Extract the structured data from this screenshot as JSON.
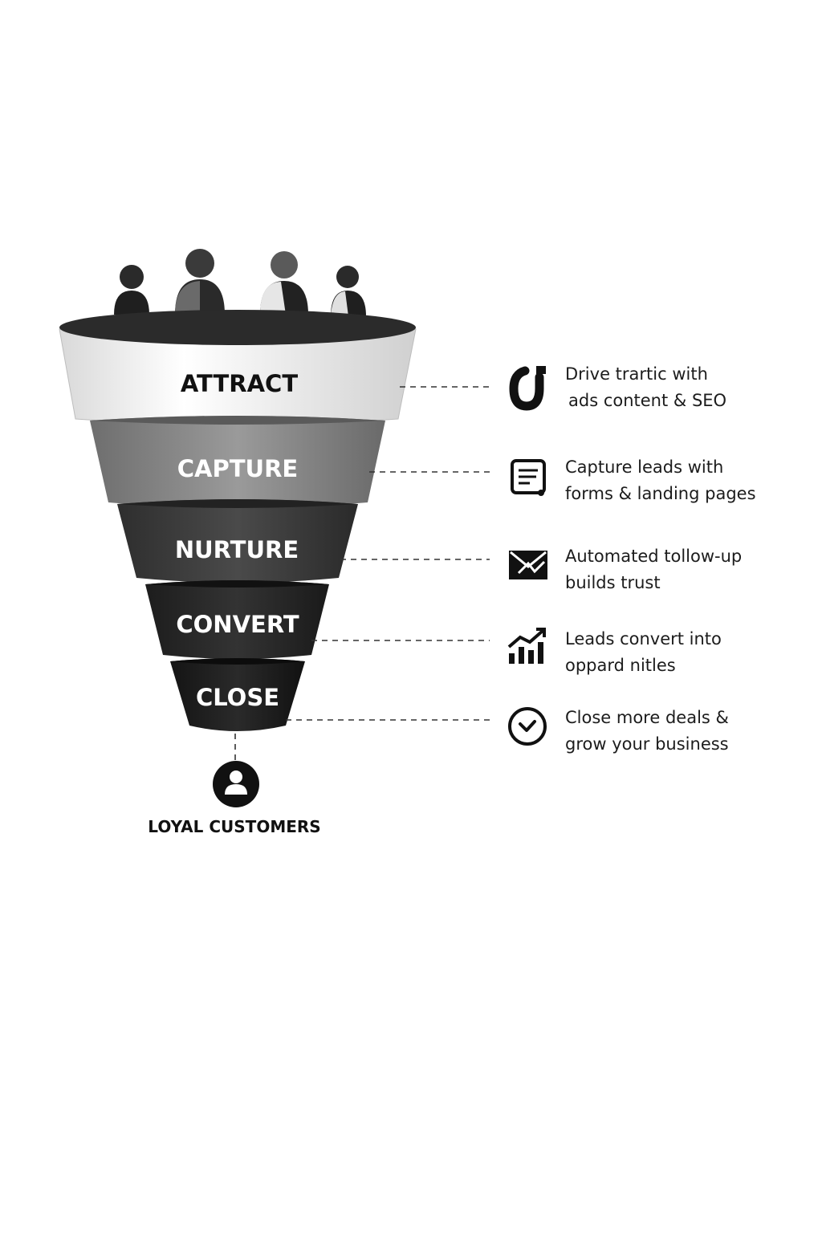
{
  "funnel": {
    "stages": [
      {
        "label": "ATTRACT",
        "color": "#f2f2f2",
        "text_color": "#111111",
        "description": [
          "Drive trartic with",
          "ads content & SEO"
        ],
        "icon": "magnet-icon"
      },
      {
        "label": "CAPTURE",
        "color": "#8a8a8a",
        "text_color": "#ffffff",
        "description": [
          "Capture leads with",
          "forms & landing pages"
        ],
        "icon": "form-icon"
      },
      {
        "label": "NURTURE",
        "color": "#3c3c3c",
        "text_color": "#ffffff",
        "description": [
          "Automated tollow-up",
          "builds trust"
        ],
        "icon": "envelope-icon"
      },
      {
        "label": "CONVERT",
        "color": "#262626",
        "text_color": "#ffffff",
        "description": [
          "Leads convert into",
          "oppard nitles"
        ],
        "icon": "growth-chart-icon"
      },
      {
        "label": "CLOSE",
        "color": "#1a1a1a",
        "text_color": "#ffffff",
        "description": [
          "Close more deals &",
          "grow your business"
        ],
        "icon": "check-circle-icon"
      }
    ],
    "rim_color": "#2b2b2b"
  },
  "footer": {
    "label": "LOYAL CUSTOMERS",
    "icon": "customer-icon"
  },
  "colors": {
    "dash_line": "#333333",
    "icon": "#111111"
  }
}
